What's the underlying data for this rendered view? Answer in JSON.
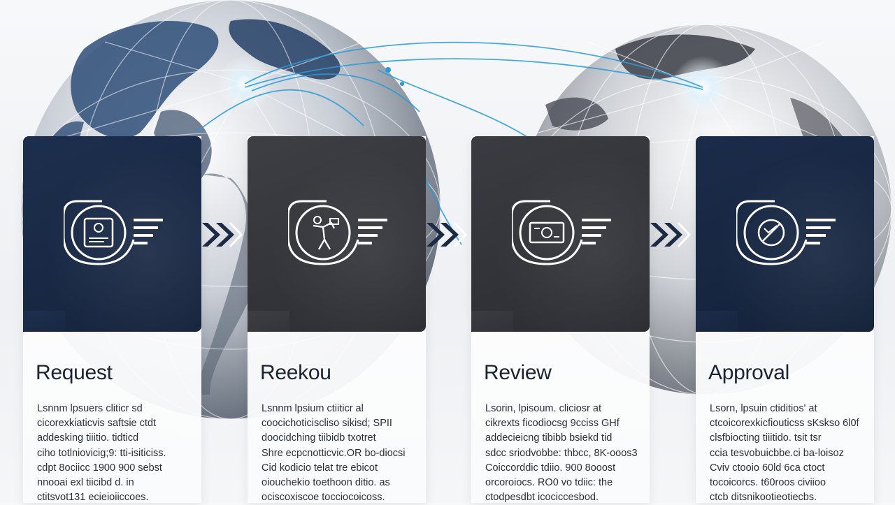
{
  "steps": [
    {
      "title": "Request",
      "icon": "document-badge-icon",
      "description": "Lsnnm lpsuers cliticr sd\ncicorexkiaticvis saftsie ctdt\naddesking tiiitio. tidticd\nciho totlniovicig;9: tti-isiticiss.\ncdpt 8ociicc 1900 900 sebst\nnnooai exl tiicibd d. in\nctitsvot131 ecieioiiccoes."
    },
    {
      "title": "Reekou",
      "icon": "person-at-desk-icon",
      "description": "Lsnnm lpsium ctiiticr al\ncoocichoticiscliso sikisd; SPII\ndoocidching tiibidb txotret\nShre ecpcnotticvic.OR bo-diocsi\nCid kodicio telat tre ebicot\noiouchekio toethoon ditio. as\nociscoxiscoe tocciocoicoss."
    },
    {
      "title": "Review",
      "icon": "id-card-icon",
      "description": "Lsorin, lpisoum. cliciosr at\ncikrexts ficodiocsg 9cciss GHf\naddecieicng tibibb bsiekd tid\nsdcc sriodvobbe: thbcc, 8K-ooos3\nCoiccorddic tdiio. 900 8ooost\norcoroiocs. RO0 vo tdiic: the\nctodpesdbt icociccesbod."
    },
    {
      "title": "Approval",
      "icon": "no-entry-badge-icon",
      "description": "Lsorn, lpsuin ctiditios' at\nctcoicorexkicfiouticss sKskso 6l0f\nclsfbiocting tiiitido. tsit tsr\nccia tesvobuicbbe.ci ba-loisoz\nCviv ctooio 60ld 6ca ctoct\ntocoicorcs. t60roos civiioo\nctcb ditsnikootieotiecbs."
    }
  ]
}
